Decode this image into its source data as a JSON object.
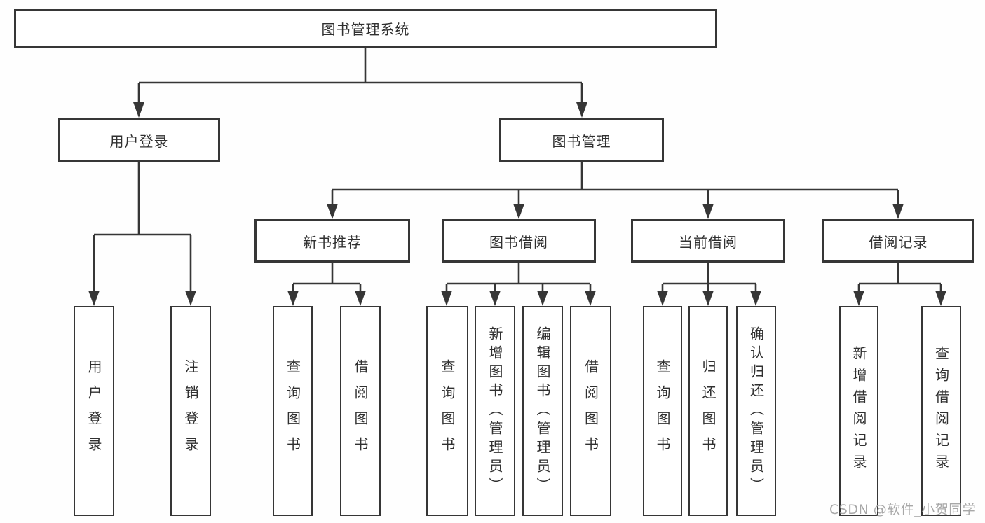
{
  "diagram_type": "hierarchy-tree",
  "colors": {
    "line": "#363636",
    "box_border": "#363636",
    "box_background": "#ffffff",
    "text": "#303030",
    "watermark": "#9f9f9f",
    "background": "#ffffff"
  },
  "tree": {
    "root": {
      "label": "图书管理系统",
      "children": [
        {
          "label": "用户登录",
          "children": [
            {
              "label": "用户登录"
            },
            {
              "label": "注销登录"
            }
          ]
        },
        {
          "label": "图书管理",
          "children": [
            {
              "label": "新书推荐",
              "children": [
                {
                  "label": "查询图书"
                },
                {
                  "label": "借阅图书"
                }
              ]
            },
            {
              "label": "图书借阅",
              "children": [
                {
                  "label": "查询图书"
                },
                {
                  "label": "新增图书（管理员）"
                },
                {
                  "label": "编辑图书（管理员）"
                },
                {
                  "label": "借阅图书"
                }
              ]
            },
            {
              "label": "当前借阅",
              "children": [
                {
                  "label": "查询图书"
                },
                {
                  "label": "归还图书"
                },
                {
                  "label": "确认归还（管理员）"
                }
              ]
            },
            {
              "label": "借阅记录",
              "children": [
                {
                  "label": "新增借阅记录"
                },
                {
                  "label": "查询借阅记录"
                }
              ]
            }
          ]
        }
      ]
    }
  },
  "watermark": {
    "text": "CSDN @软件_小贺同学"
  }
}
